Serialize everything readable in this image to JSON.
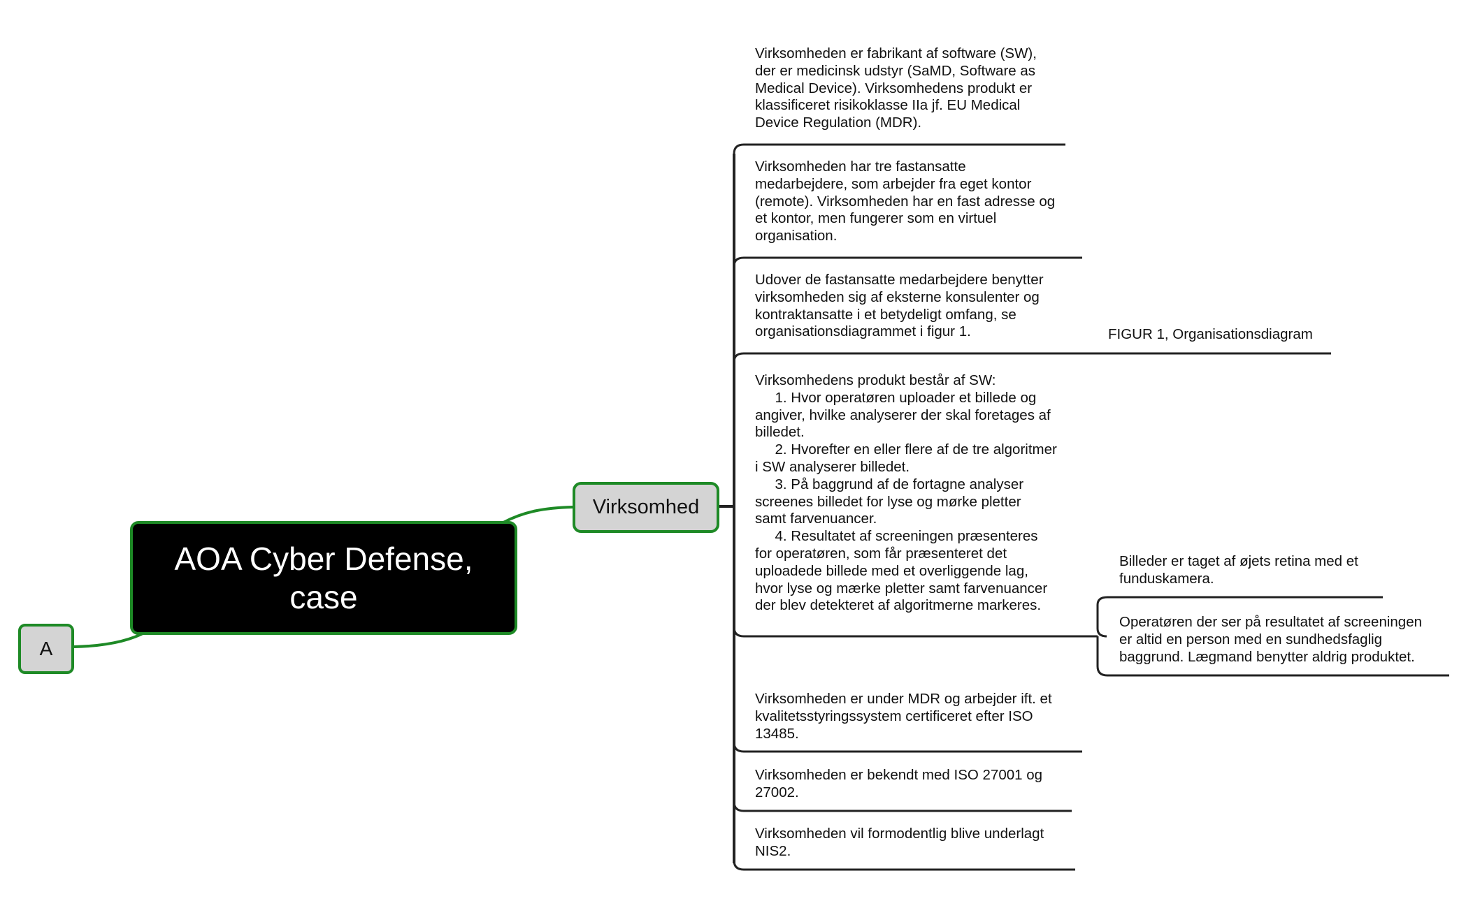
{
  "colors": {
    "background": "#ffffff",
    "node_border": "#1e8a26",
    "link_line": "#1e8a26",
    "node_fill": "#d4d4d4",
    "root_fill": "#000000",
    "root_text": "#ffffff",
    "bracket_line": "#222222",
    "text": "#111111"
  },
  "mindmap": {
    "collapsed_node": {
      "label": "A"
    },
    "root": {
      "title": "AOA Cyber Defense,\ncase"
    },
    "topic": {
      "label": "Virksomhed"
    },
    "details": [
      {
        "text": "Virksomheden er fabrikant af software (SW),\nder er medicinsk udstyr (SaMD, Software as\nMedical Device). Virksomhedens produkt er\nklassificeret risikoklasse IIa jf. EU Medical\nDevice Regulation (MDR)."
      },
      {
        "text": "Virksomheden har tre fastansatte\nmedarbejdere, som arbejder fra eget kontor\n(remote). Virksomheden har en fast adresse og\net kontor, men fungerer som en virtuel\norganisation."
      },
      {
        "text": "Udover de fastansatte medarbejdere benytter\nvirksomheden sig af eksterne konsulenter og\nkontraktansatte i et betydeligt omfang, se\norganisationsdiagrammet i figur 1."
      },
      {
        "text": "Virksomhedens produkt består af SW:\n     1. Hvor operatøren uploader et billede og\nangiver, hvilke analyserer der skal foretages af\nbilledet.\n     2. Hvorefter en eller flere af de tre algoritmer\ni SW analyserer billedet.\n     3. På baggrund af de fortagne analyser\nscreenes billedet for lyse og mørke pletter\nsamt farvenuancer.\n     4. Resultatet af screeningen præsenteres\nfor operatøren, som får præsenteret det\nuploadede billede med et overliggende lag,\nhvor lyse og mærke pletter samt farvenuancer\nder blev detekteret af algoritmerne markeres."
      },
      {
        "text": "Virksomheden er under MDR og arbejder ift. et\nkvalitetsstyringssystem certificeret efter ISO\n13485."
      },
      {
        "text": "Virksomheden er bekendt med ISO 27001 og\n27002."
      },
      {
        "text": "Virksomheden vil formodentlig blive underlagt\nNIS2."
      }
    ],
    "figure_note": {
      "text": "FIGUR 1, Organisationsdiagram"
    },
    "product_details": [
      {
        "text": "Billeder er taget af øjets retina med et\nfunduskamera."
      },
      {
        "text": "Operatøren der ser på resultatet af screeningen\ner altid en person med en sundhedsfaglig\nbaggrund. Lægmand benytter aldrig produktet."
      }
    ]
  }
}
